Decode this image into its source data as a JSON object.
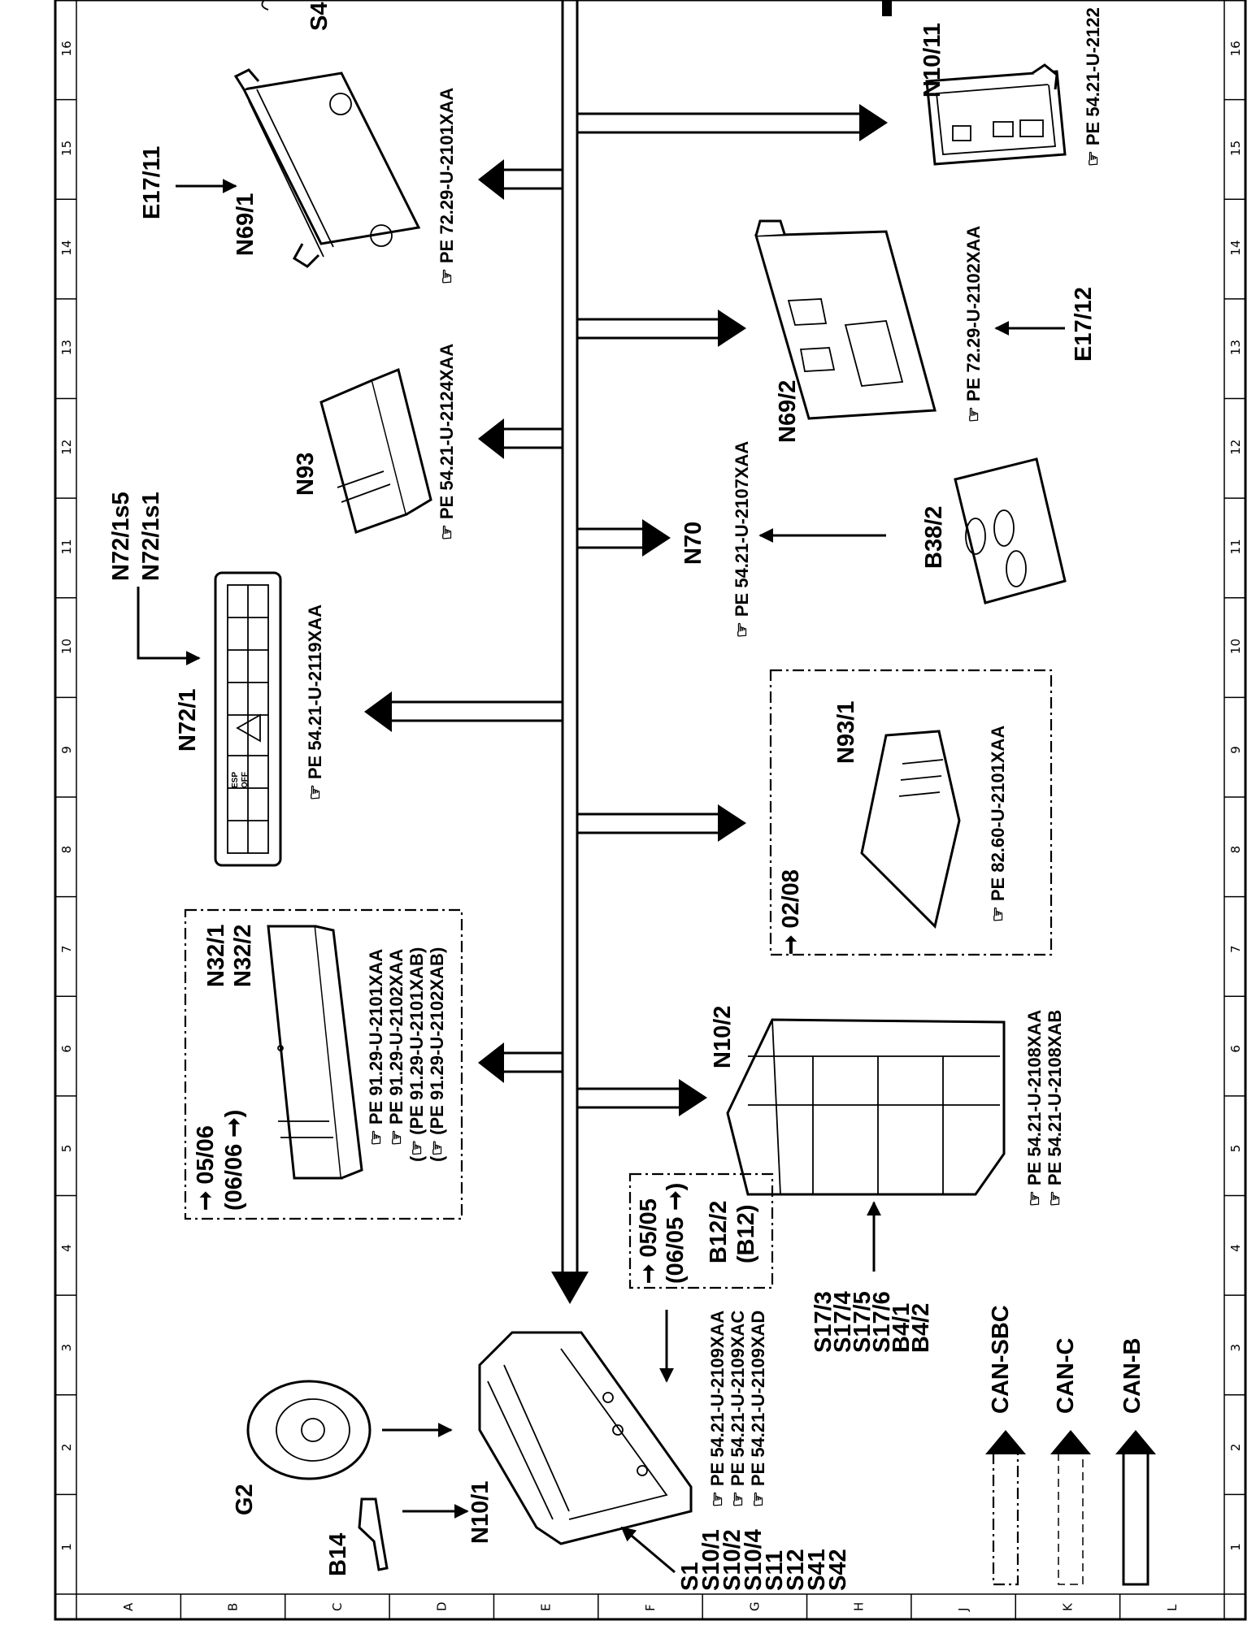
{
  "grid": {
    "columns": [
      "1",
      "2",
      "3",
      "4",
      "5",
      "6",
      "7",
      "8",
      "9",
      "10",
      "11",
      "12",
      "13",
      "14",
      "15",
      "16"
    ],
    "rows": [
      "A",
      "B",
      "C",
      "D",
      "E",
      "F",
      "G",
      "H",
      "J",
      "K",
      "L"
    ]
  },
  "legend": [
    {
      "label": "CAN-SBC",
      "style": "dash-dot"
    },
    {
      "label": "CAN-C",
      "style": "dashed"
    },
    {
      "label": "CAN-B",
      "style": "solid"
    }
  ],
  "components": {
    "n10_1": {
      "code": "N10/1",
      "pe": [
        "54.21-U-2109XAA",
        "54.21-U-2109XAC",
        "54.21-U-2109XAD"
      ]
    },
    "g2": {
      "code": "G2"
    },
    "b14": {
      "code": "B14"
    },
    "switches_left": [
      "S1",
      "S10/1",
      "S10/2",
      "S10/4",
      "S11",
      "S12",
      "S41",
      "S42"
    ],
    "b12_2": {
      "code": "B12/2",
      "alt": "(B12)",
      "from": "05/05",
      "alt_from": "(06/05"
    },
    "sensors_mid": [
      "S17/3",
      "S17/4",
      "S17/5",
      "S17/6",
      "B4/1",
      "B4/2"
    ],
    "n32": {
      "codes": [
        "N32/1",
        "N32/2"
      ],
      "from": "05/06",
      "alt_from": "(06/06",
      "pe": [
        "91.29-U-2101XAA",
        "91.29-U-2102XAA",
        "(PE 91.29-U-2101XAB)",
        "(PE 91.29-U-2102XAB)"
      ]
    },
    "n10_2": {
      "code": "N10/2",
      "pe": [
        "54.21-U-2108XAA",
        "54.21-U-2108XAB"
      ]
    },
    "n72_1": {
      "code": "N72/1",
      "sub": [
        "N72/1s5",
        "N72/1s1"
      ],
      "pe": "54.21-U-2119XAA",
      "buttons": [
        "ESP",
        "OFF"
      ]
    },
    "n93_1": {
      "code": "N93/1",
      "from": "02/08",
      "pe": "82.60-U-2101XAA"
    },
    "n93": {
      "code": "N93",
      "pe": "54.21-U-2124XAA"
    },
    "n70": {
      "code": "N70",
      "pe": "54.21-U-2107XAA"
    },
    "b38_2": {
      "code": "B38/2"
    },
    "n69_1": {
      "code": "N69/1",
      "pe": "72.29-U-2101XAA",
      "from_code": "E17/11"
    },
    "n69_2": {
      "code": "N69/2",
      "pe": "72.29-U-2102XAA",
      "from_code": "E17/12"
    },
    "n10_11": {
      "code": "N10/11",
      "pe": "54.21-U-2122"
    },
    "s4": {
      "code": "S4"
    }
  },
  "pe_prefix": "PE"
}
